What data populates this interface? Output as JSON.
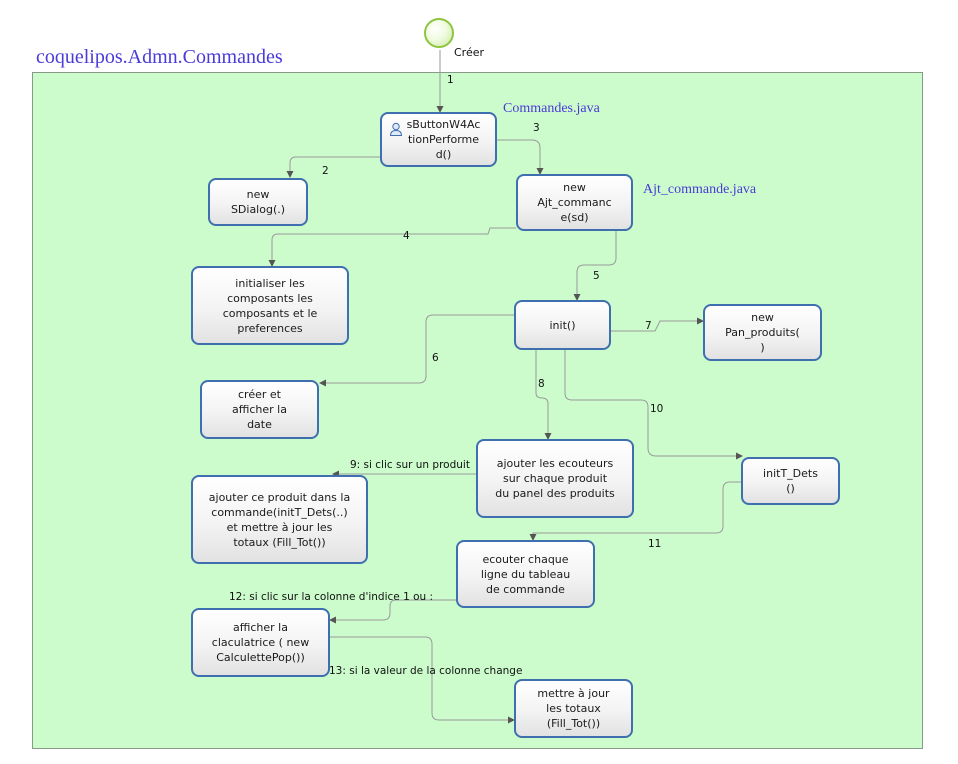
{
  "diagram": {
    "title": "coquelipos.Admn.Commandes",
    "start_label": "Créer",
    "files": {
      "commandes": "Commandes.java",
      "ajt_commande": "Ajt_commande.java"
    },
    "nodes": {
      "action_performed": "sButtonW4Ac\ntionPerforme\nd()",
      "new_sdialog": "new\nSDialog(.)",
      "new_ajt_commande": "new\nAjt_commanc\ne(sd)",
      "init_components": "initialiser les\ncomposants  les\ncomposants et le\npreferences",
      "init": "init()",
      "new_pan_produits": "new\nPan_produits(\n)",
      "create_date": "créer et\nafficher la\ndate",
      "add_listeners": "ajouter les ecouteurs\nsur chaque produit\ndu panel des produits",
      "init_t_dets": "initT_Dets\n()",
      "add_product": "ajouter ce produit dans la\ncommande(initT_Dets(..)\n et mettre à jour les\ntotaux (Fill_Tot())",
      "listen_rows": "ecouter chaque\nligne du tableau\nde  commande",
      "show_calculator": "afficher la\nclaculatrice ( new\nCalculettePop())",
      "update_totals": "mettre à jour\nles totaux\n(Fill_Tot())"
    },
    "edges": {
      "e1": "1",
      "e2": "2",
      "e3": "3",
      "e4": "4",
      "e5": "5",
      "e6": "6",
      "e7": "7",
      "e8": "8",
      "e9": "9: si clic sur un produit",
      "e10": "10",
      "e11": "11",
      "e12": "12: si clic sur la colonne d'indice 1 ou :",
      "e13": "13: si la valeur de la colonne change"
    },
    "colors": {
      "package_fill": "#ccfccc",
      "node_border": "#3f6fae",
      "title_color": "#4a3ad8",
      "start_node": "#8dc53e"
    }
  }
}
